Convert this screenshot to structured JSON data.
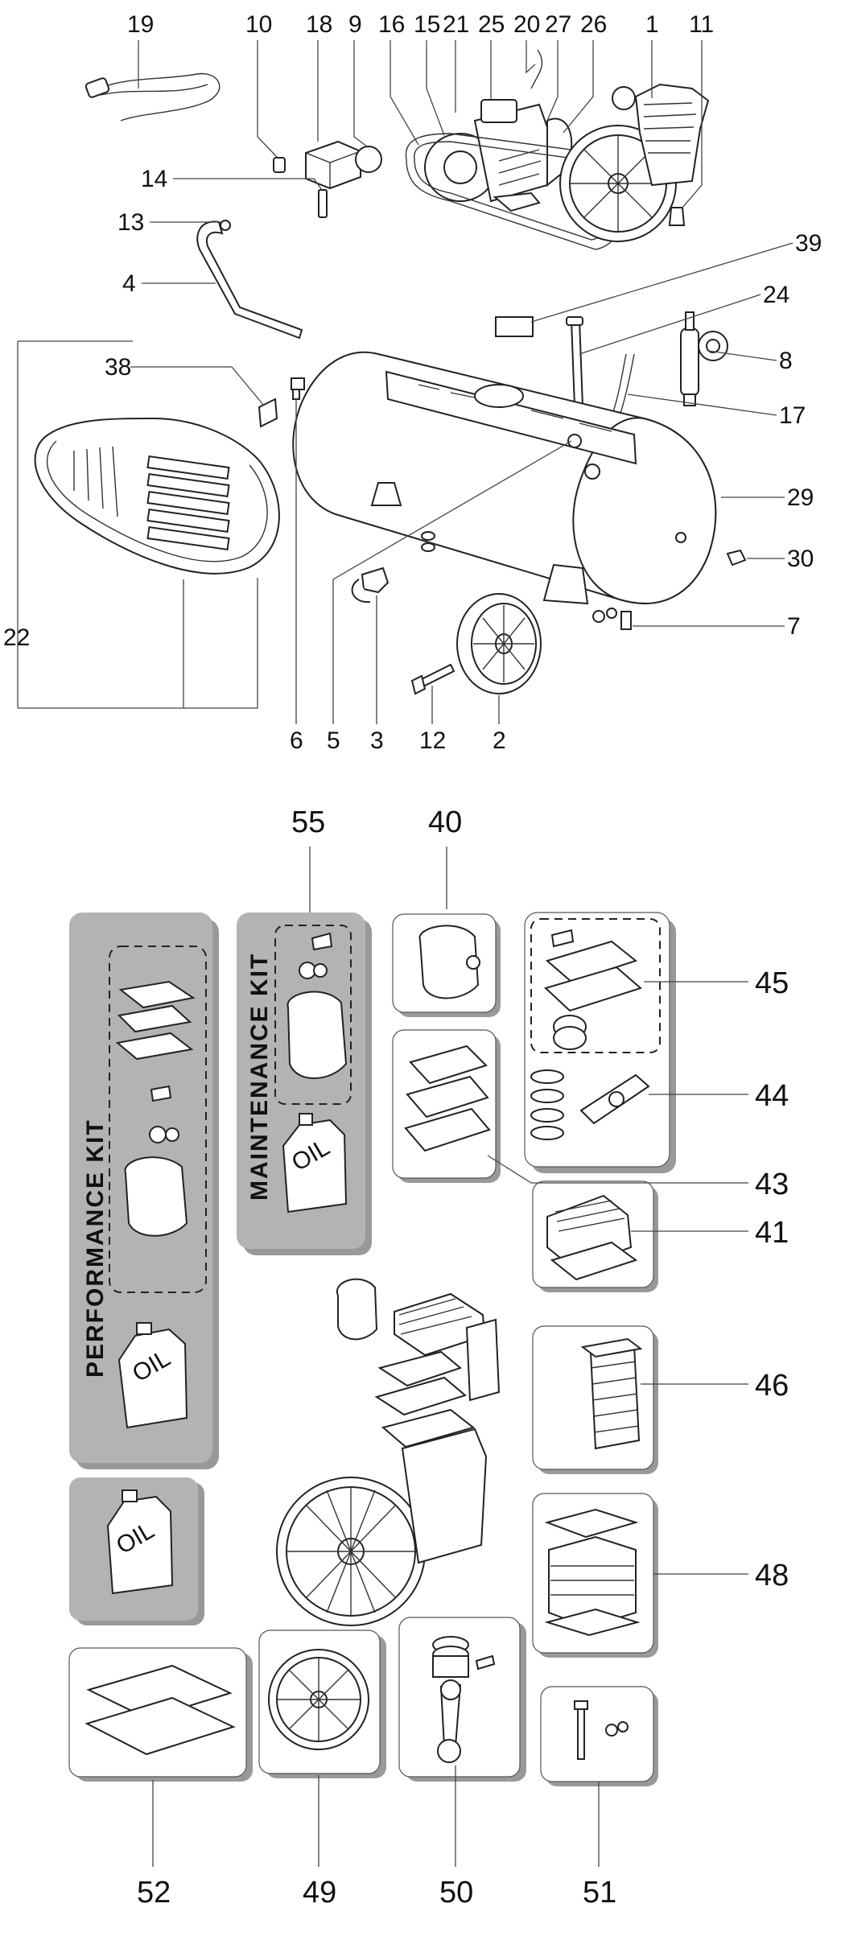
{
  "upper_callouts": {
    "c19": "19",
    "c10": "10",
    "c18": "18",
    "c9": "9",
    "c16": "16",
    "c15": "15",
    "c21": "21",
    "c25": "25",
    "c20": "20",
    "c27": "27",
    "c26": "26",
    "c1": "1",
    "c11": "11",
    "c14": "14",
    "c13": "13",
    "c4": "4",
    "c39": "39",
    "c24": "24",
    "c8": "8",
    "c38": "38",
    "c17": "17",
    "c29": "29",
    "c30": "30",
    "c7": "7",
    "c22": "22",
    "c6": "6",
    "c5": "5",
    "c3": "3",
    "c12": "12",
    "c2": "2"
  },
  "kits": {
    "performance_title": "PERFORMANCE KIT",
    "maintenance_title": "MAINTENANCE KIT",
    "oil_label": "OIL"
  },
  "lower_callouts": {
    "c55": "55",
    "c40": "40",
    "c45": "45",
    "c44": "44",
    "c43": "43",
    "c41": "41",
    "c46": "46",
    "c48": "48",
    "c52": "52",
    "c49": "49",
    "c50": "50",
    "c51": "51"
  }
}
